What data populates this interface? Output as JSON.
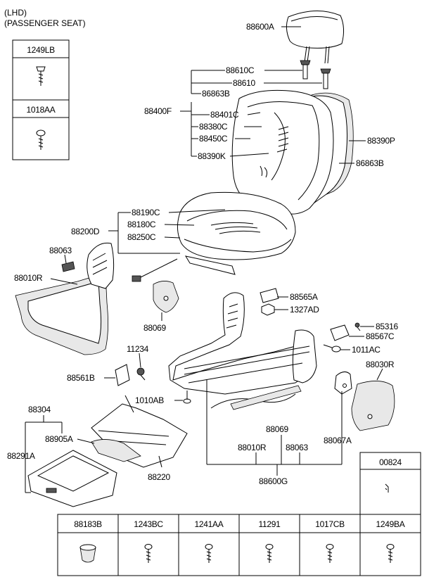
{
  "header": {
    "line1": "(LHD)",
    "line2": "(PASSENGER SEAT)"
  },
  "left_boxes": [
    {
      "code": "1249LB",
      "icon": "screw-icon"
    },
    {
      "code": "1018AA",
      "icon": "screw-icon"
    }
  ],
  "right_box": {
    "code": "00824",
    "icon": "clip-icon"
  },
  "bottom_table": [
    {
      "code": "88183B",
      "icon": "grommet-icon"
    },
    {
      "code": "1243BC",
      "icon": "screw-icon"
    },
    {
      "code": "1241AA",
      "icon": "screw-icon"
    },
    {
      "code": "11291",
      "icon": "screw-icon"
    },
    {
      "code": "1017CB",
      "icon": "screw-icon"
    },
    {
      "code": "1249BA",
      "icon": "screw-icon"
    }
  ],
  "labels": {
    "p88600A": "88600A",
    "p88610C": "88610C",
    "p88610": "88610",
    "p86863B_top": "86863B",
    "p88400F": "88400F",
    "p88401C": "88401C",
    "p88380C": "88380C",
    "p88450C": "88450C",
    "p88390K": "88390K",
    "p88390P": "88390P",
    "p86863B_side": "86863B",
    "p88190C": "88190C",
    "p88200D": "88200D",
    "p88180C": "88180C",
    "p88250C": "88250C",
    "p88063_left": "88063",
    "p88010R_left": "88010R",
    "p88069_mid": "88069",
    "p88565A": "88565A",
    "p1327AD": "1327AD",
    "p85316": "85316",
    "p88567C": "88567C",
    "p11234": "11234",
    "p1011AC": "1011AC",
    "p88030R": "88030R",
    "p88561B": "88561B",
    "p1010AB": "1010AB",
    "p88304": "88304",
    "p88905A": "88905A",
    "p88291A": "88291A",
    "p88220": "88220",
    "p88069_low": "88069",
    "p88010R_low": "88010R",
    "p88063_low": "88063",
    "p88067A": "88067A",
    "p88600G": "88600G"
  }
}
